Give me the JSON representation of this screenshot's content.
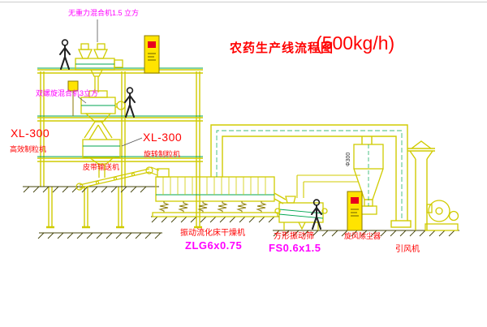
{
  "title": {
    "main": "农药生产线流程图",
    "capacity": "(500kg/h)"
  },
  "labels": {
    "mixer_gravity": "无重力混合机1.5 立方",
    "mixer_double": "双螺旋混合机3立方",
    "granulator_left_model": "XL-300",
    "granulator_left_name": "高效制粒机",
    "granulator_mid_model": "XL-300",
    "granulator_mid_name": "旋转制粒机",
    "conveyor": "皮带输送机",
    "dryer": "振动流化床干燥机",
    "dryer_model": "ZLG6x0.75",
    "sieve": "方形振动筛",
    "sieve_model": "FS0.6x1.5",
    "dust_collector": "旋风除尘器",
    "fan": "引风机",
    "pipe_dim": "Φ300"
  },
  "colors": {
    "cad_line": "#d0cb00",
    "accent_green": "#00a650",
    "label_red": "#ff0000",
    "label_magenta": "#ff00ff",
    "cabinet_yellow": "#ffe400",
    "figure_dark": "#222222"
  }
}
